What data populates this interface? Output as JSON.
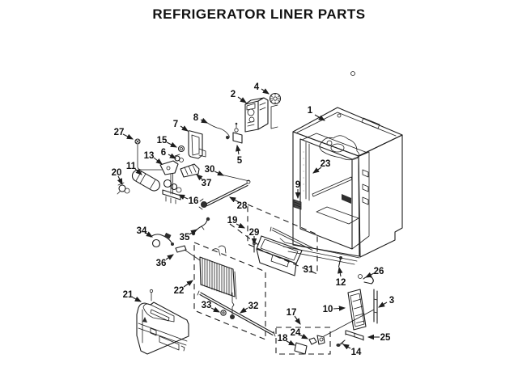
{
  "title": "REFRIGERATOR LINER PARTS",
  "colors": {
    "background": "#ffffff",
    "ink": "#1d1d1d"
  },
  "parts": [
    {
      "label": "1"
    },
    {
      "label": "2"
    },
    {
      "label": "3"
    },
    {
      "label": "4"
    },
    {
      "label": "5"
    },
    {
      "label": "6"
    },
    {
      "label": "7"
    },
    {
      "label": "8"
    },
    {
      "label": "9"
    },
    {
      "label": "10"
    },
    {
      "label": "11"
    },
    {
      "label": "12"
    },
    {
      "label": "13"
    },
    {
      "label": "14"
    },
    {
      "label": "15"
    },
    {
      "label": "16"
    },
    {
      "label": "17"
    },
    {
      "label": "18"
    },
    {
      "label": "19"
    },
    {
      "label": "20"
    },
    {
      "label": "21"
    },
    {
      "label": "22"
    },
    {
      "label": "23"
    },
    {
      "label": "24"
    },
    {
      "label": "25"
    },
    {
      "label": "26"
    },
    {
      "label": "27"
    },
    {
      "label": "28"
    },
    {
      "label": "29"
    },
    {
      "label": "30"
    },
    {
      "label": "31"
    },
    {
      "label": "32"
    },
    {
      "label": "33"
    },
    {
      "label": "34"
    },
    {
      "label": "35"
    },
    {
      "label": "36"
    },
    {
      "label": "37"
    }
  ]
}
